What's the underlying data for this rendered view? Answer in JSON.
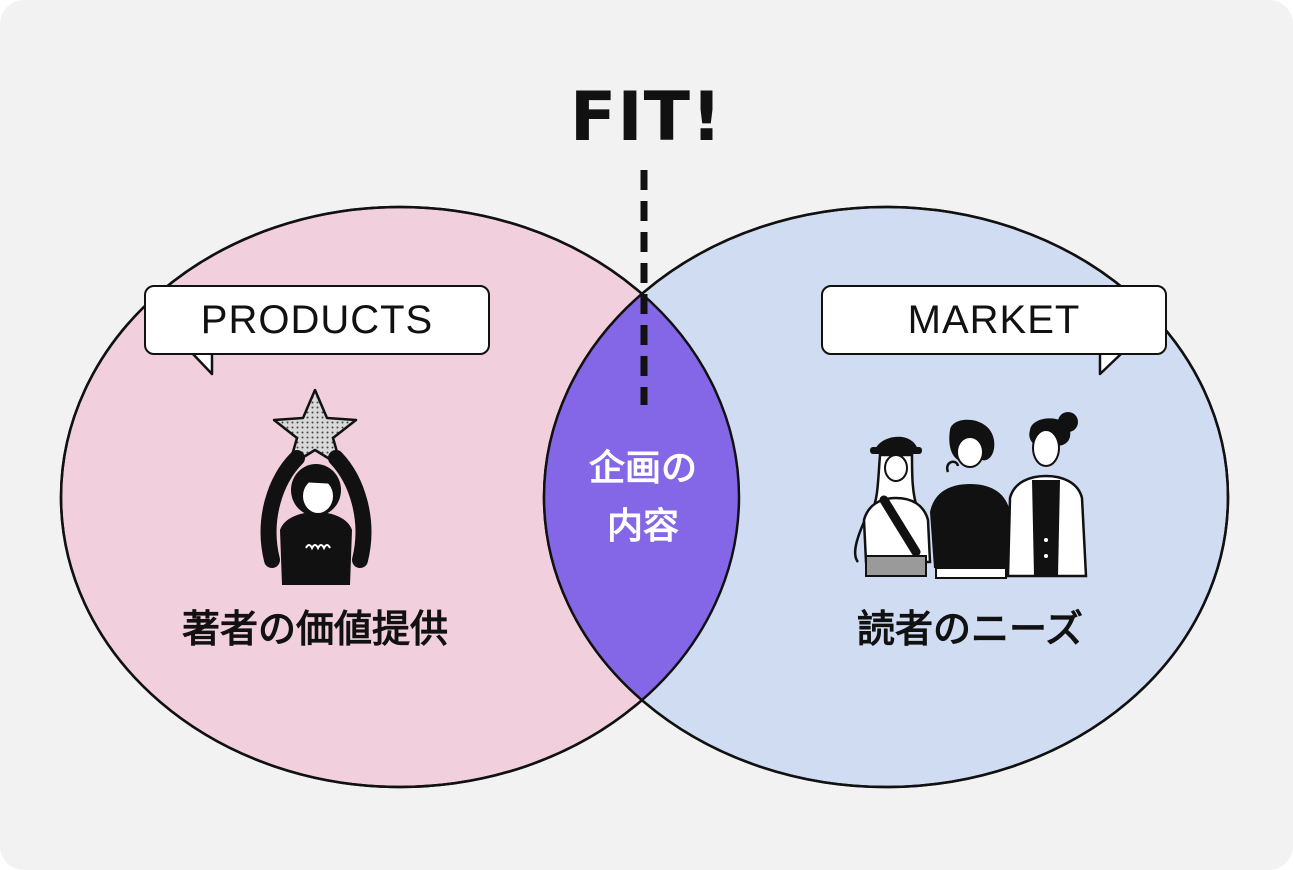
{
  "title": "FIT!",
  "products": {
    "bubble": "PRODUCTS",
    "caption": "著者の価値提供"
  },
  "market": {
    "bubble": "MARKET",
    "caption": "読者のニーズ"
  },
  "overlap": {
    "line1": "企画の",
    "line2": "内容"
  },
  "icons": {
    "left": "person-holding-star-icon",
    "right": "three-readers-icon"
  },
  "colors": {
    "background": "#f2f2f2",
    "left_circle": "#f2cfdc",
    "right_circle": "#cfdcf2",
    "overlap": "#8467e6",
    "ink": "#111111"
  }
}
